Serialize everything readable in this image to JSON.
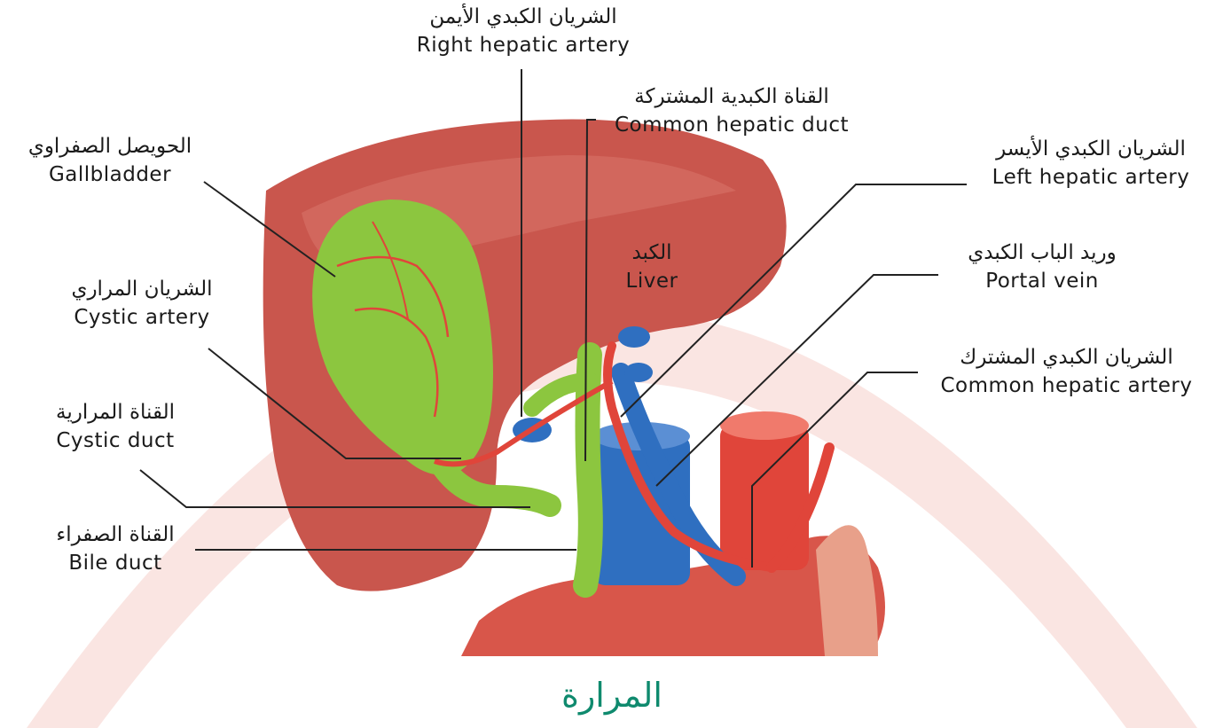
{
  "title": "المرارة",
  "labels": {
    "right_hepatic_artery": {
      "ar": "الشريان الكبدي الأيمن",
      "en": "Right hepatic artery"
    },
    "common_hepatic_duct": {
      "ar": "القناة الكبدية المشتركة",
      "en": "Common hepatic duct"
    },
    "gallbladder": {
      "ar": "الحويصل الصفراوي",
      "en": "Gallbladder"
    },
    "left_hepatic_artery": {
      "ar": "الشريان الكبدي الأيسر",
      "en": "Left hepatic artery"
    },
    "liver": {
      "ar": "الكبد",
      "en": "Liver"
    },
    "portal_vein": {
      "ar": "وريد الباب الكبدي",
      "en": "Portal vein"
    },
    "cystic_artery": {
      "ar": "الشريان المراري",
      "en": "Cystic artery"
    },
    "common_hepatic_artery": {
      "ar": "الشريان الكبدي المشترك",
      "en": "Common hepatic artery"
    },
    "cystic_duct": {
      "ar": "القناة المرارية",
      "en": "Cystic duct"
    },
    "bile_duct": {
      "ar": "القناة الصفراء",
      "en": "Bile duct"
    }
  },
  "colors": {
    "accent": "#0f8a6e",
    "liver": "#c8514a",
    "gallbladder": "#8cc63f",
    "artery": "#e0453a",
    "vein": "#2f6fc0",
    "background_arc": "#f6d4d0"
  }
}
